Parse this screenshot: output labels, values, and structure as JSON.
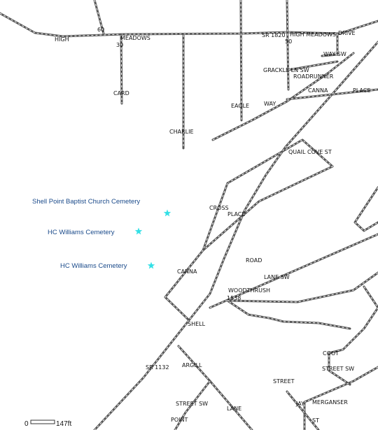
{
  "map": {
    "street_labels": [
      {
        "id": "high",
        "text": "HIGH"
      },
      {
        "id": "high-60",
        "text": "60"
      },
      {
        "id": "meadows",
        "text": "MEADOWS"
      },
      {
        "id": "meadows-30",
        "text": "30"
      },
      {
        "id": "card",
        "text": "CARD"
      },
      {
        "id": "charlie",
        "text": "CHARLIE"
      },
      {
        "id": "eagle",
        "text": "EAGLE"
      },
      {
        "id": "way",
        "text": "WAY"
      },
      {
        "id": "sr-1820",
        "text": "SR 1820"
      },
      {
        "id": "sr-1820-50",
        "text": "50"
      },
      {
        "id": "high-meadows",
        "text": "HIGH MEADOWS"
      },
      {
        "id": "drive",
        "text": "DRIVE"
      },
      {
        "id": "way-sw",
        "text": "WAY SW"
      },
      {
        "id": "grackle-ln-sw",
        "text": "GRACKLE LN SW"
      },
      {
        "id": "roadrunner",
        "text": "ROADRUNNER"
      },
      {
        "id": "canna-top",
        "text": "CANNA"
      },
      {
        "id": "place-top",
        "text": "PLACE"
      },
      {
        "id": "quail-cove-st",
        "text": "QUAIL COVE ST"
      },
      {
        "id": "cross",
        "text": "CROSS"
      },
      {
        "id": "place-mid",
        "text": "PLACE"
      },
      {
        "id": "road",
        "text": "ROAD"
      },
      {
        "id": "canna-mid",
        "text": "CANNA"
      },
      {
        "id": "lane-sw",
        "text": "LANE SW"
      },
      {
        "id": "woodthrush",
        "text": "WOODTHRUSH"
      },
      {
        "id": "woodthrush-1538",
        "text": "1538"
      },
      {
        "id": "shell",
        "text": "SHELL"
      },
      {
        "id": "coot",
        "text": "COOT"
      },
      {
        "id": "street-sw-right",
        "text": "STREET SW"
      },
      {
        "id": "sr-1132",
        "text": "SR 1132"
      },
      {
        "id": "argill",
        "text": "ARGILL"
      },
      {
        "id": "street",
        "text": "STREET"
      },
      {
        "id": "jay",
        "text": "JAY"
      },
      {
        "id": "merganser",
        "text": "MERGANSER"
      },
      {
        "id": "street-sw-left",
        "text": "STREET SW"
      },
      {
        "id": "lane",
        "text": "LANE"
      },
      {
        "id": "point",
        "text": "POINT"
      },
      {
        "id": "st",
        "text": "ST"
      }
    ],
    "places": [
      {
        "id": "shell-point-baptist-church-cemetery",
        "text": "Shell Point Baptist Church Cemetery"
      },
      {
        "id": "hc-williams-cemetery-1",
        "text": "HC Williams Cemetery"
      },
      {
        "id": "hc-williams-cemetery-2",
        "text": "HC Williams Cemetery"
      }
    ],
    "scale": {
      "start": "0",
      "end": "147ft"
    },
    "colors": {
      "road": "#555555",
      "poi_star": "#33e0e6",
      "poi_text": "#1a4a8a",
      "label": "#111111"
    }
  }
}
